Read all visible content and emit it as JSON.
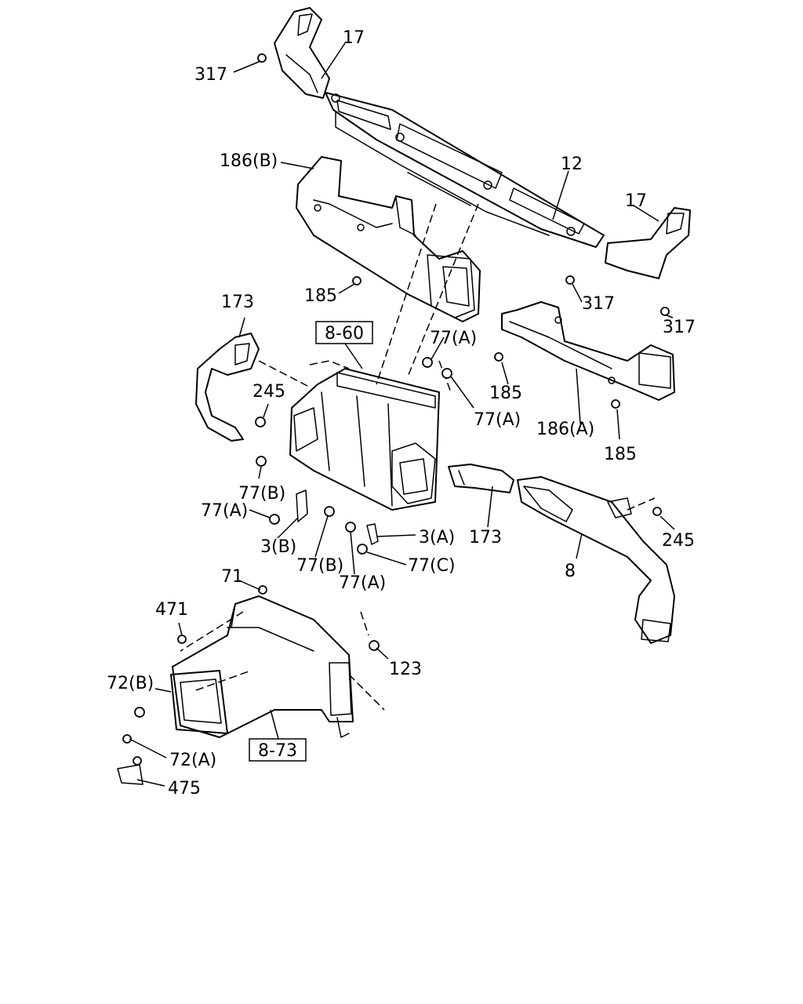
{
  "callouts": {
    "c317a": "317",
    "c17a": "17",
    "c186b": "186(B)",
    "c12": "12",
    "c17b": "17",
    "c185a": "185",
    "c317b": "317",
    "c317c": "317",
    "c173a": "173",
    "c77a1": "77(A)",
    "c245a": "245",
    "c185b": "185",
    "c77a2": "77(A)",
    "c186a": "186(A)",
    "c185c": "185",
    "c77b1": "77(B)",
    "c77a3": "77(A)",
    "c3b": "3(B)",
    "c77b2": "77(B)",
    "c3a": "3(A)",
    "c173b": "173",
    "c245b": "245",
    "c77c": "77(C)",
    "c77a4": "77(A)",
    "c8": "8",
    "c71": "71",
    "c471": "471",
    "c123": "123",
    "c72b": "72(B)",
    "c72a": "72(A)",
    "c475": "475"
  },
  "references": {
    "ref_8_60": "8-60",
    "ref_8_73": "8-73"
  }
}
